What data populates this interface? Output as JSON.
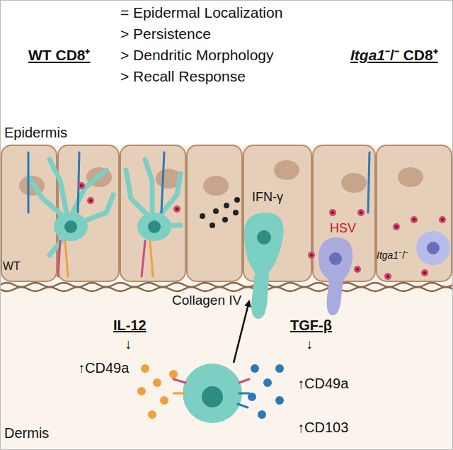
{
  "diagram": {
    "labels": [
      "= Epidermal Localization",
      "WT CD8⁺",
      "> Persistence",
      "Itga1⁻/⁻ CD8⁺",
      "> Dendritic Morphology",
      "> Recall Response",
      "Epidermis",
      "IFN-γ",
      "HSV",
      "Itga1⁻/⁻",
      "WT",
      "Collagen IV",
      "IL-12",
      "TGF-β",
      "↓",
      "↓",
      "↑CD49a",
      "↑CD49a",
      "↑CD103",
      "Dermis"
    ]
  }
}
